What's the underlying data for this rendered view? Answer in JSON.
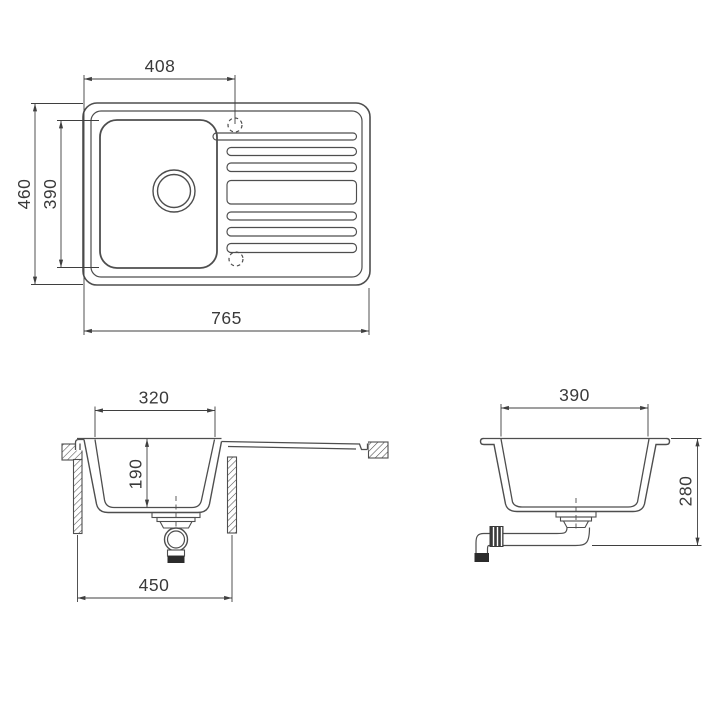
{
  "page": {
    "background": "#ffffff"
  },
  "drawing": {
    "stroke_color": "#4e4e4e",
    "dim_color": "#3f3f3f",
    "text_color": "#3a3a3a",
    "views": {
      "top_view": {
        "dims": {
          "tap_hole_offset": "408",
          "overall_depth": "460",
          "bowl_depth": "390",
          "overall_width": "765"
        }
      },
      "front_section": {
        "dims": {
          "bowl_width": "320",
          "bowl_inner_depth": "190",
          "base_cabinet_width": "450"
        }
      },
      "side_section": {
        "dims": {
          "bowl_length": "390",
          "mounting_depth": "280"
        }
      }
    }
  }
}
